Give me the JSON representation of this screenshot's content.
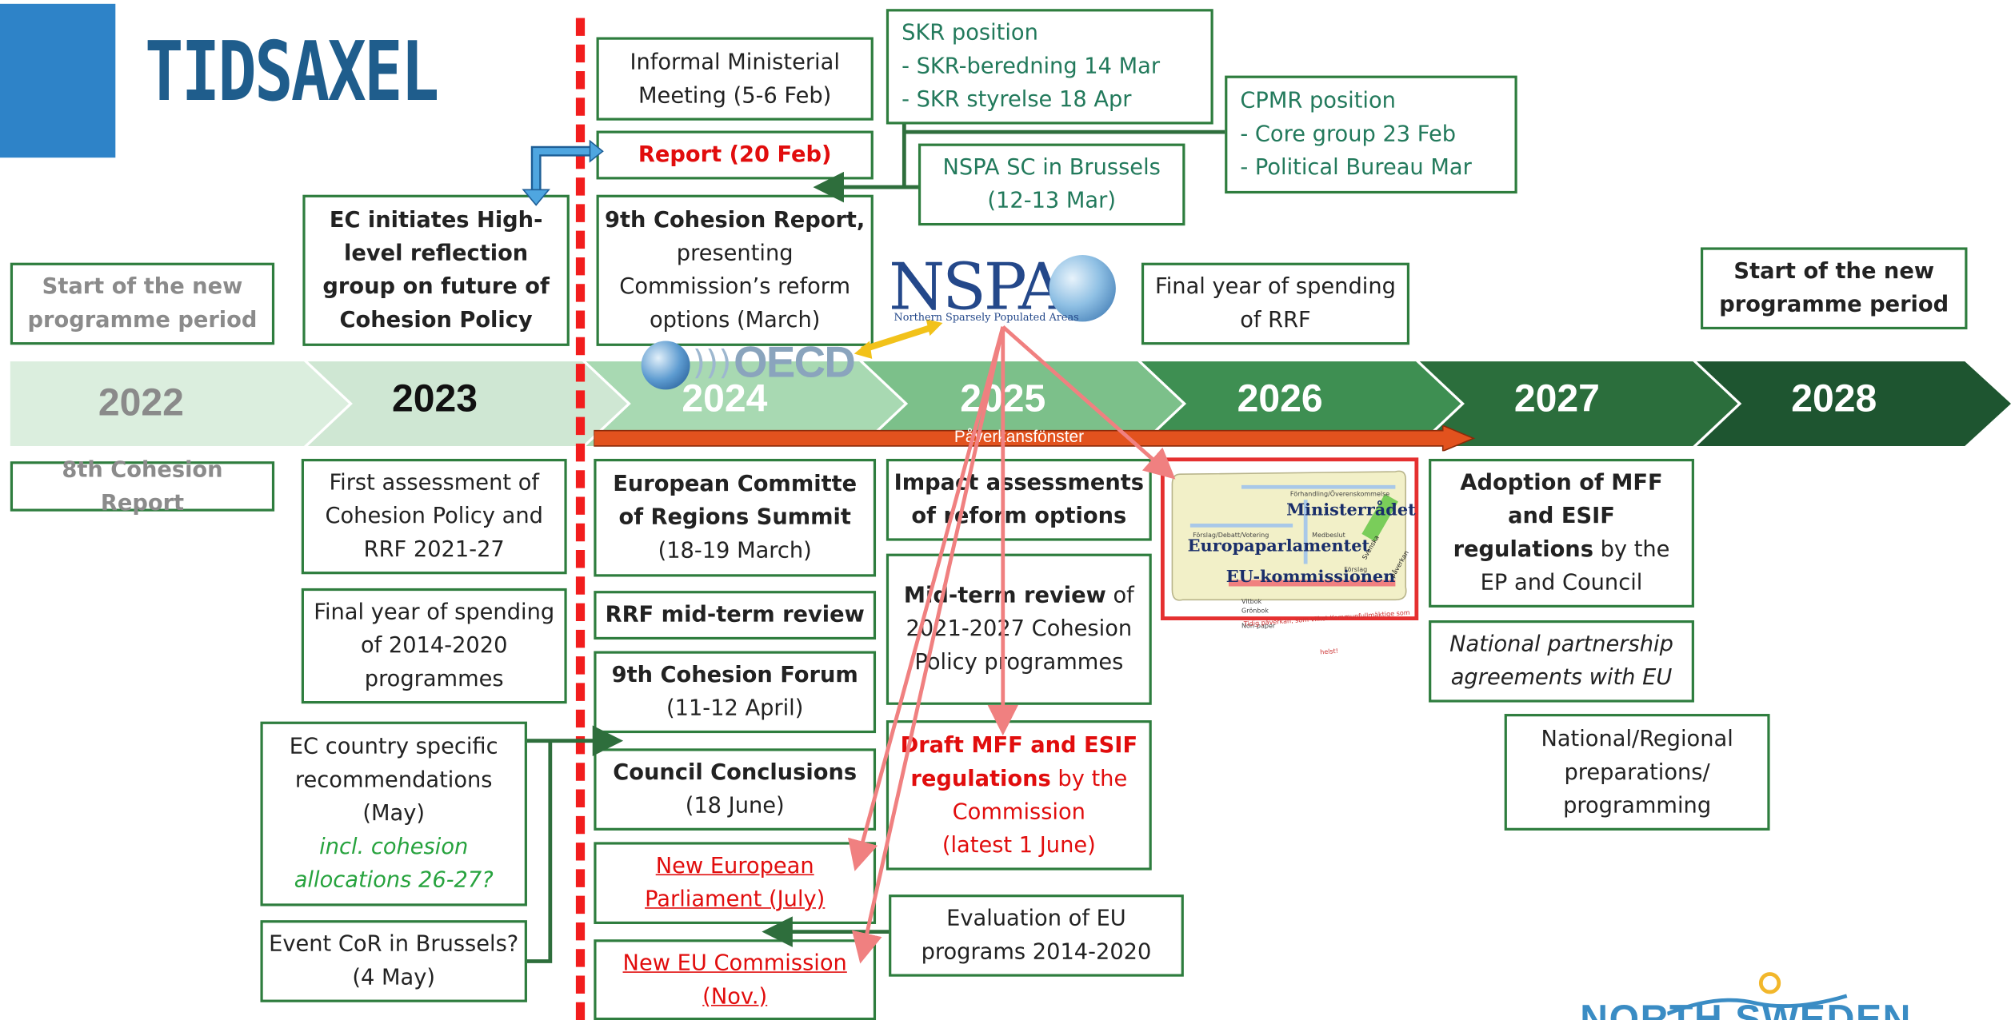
{
  "title": "TIDSAXEL",
  "timeline": {
    "years": [
      "2022",
      "2023",
      "2024",
      "2025",
      "2026",
      "2027",
      "2028"
    ],
    "window_label": "Påverkansfönster",
    "colors": {
      "y2022": "#dbeede",
      "y2023": "#cfe7d3",
      "y2024": "#a8d9b2",
      "y2025": "#7cc08a",
      "y2026": "#3e8f52",
      "y2027": "#2b6e3c",
      "y2028": "#1e5530",
      "window": "#e2521e",
      "deadline": "#f21d1d"
    }
  },
  "above": {
    "start_2022": "Start of the new programme period",
    "ec_hlg": "EC initiates High-level reflection group on future of Cohesion Policy",
    "informal_meeting": "Informal Ministerial Meeting (5-6 Feb)",
    "report": "Report (20 Feb)",
    "cohesion9_bold": "9th Cohesion Report,",
    "cohesion9_rest": "presenting Commission’s reform options (March)",
    "skr_title": "SKR position",
    "skr_line1": "- SKR-beredning 14 Mar",
    "skr_line2": "- SKR styrelse 18 Apr",
    "cpmr_title": "CPMR position",
    "cpmr_line1": "- Core group 23 Feb",
    "cpmr_line2": "- Political Bureau Mar",
    "nspa_sc": "NSPA SC in Brussels (12-13 Mar)",
    "final_rrf": "Final year of spending of RRF",
    "start_2028": "Start of the new programme period"
  },
  "below": {
    "cohesion8": "8th Cohesion Report",
    "first_assessment": "First assessment of Cohesion Policy and RRF 2021-27",
    "final_1420": "Final year of spending of 2014-2020 programmes",
    "ec_csr": "EC country specific recommendations (May)",
    "ec_csr_note": "incl. cohesion allocations 26-27?",
    "event_cor": "Event CoR in Brussels? (4 May)",
    "cor_summit_bold": "European Committe of Regions Summit",
    "cor_summit_date": "(18-19 March)",
    "rrf_midterm": "RRF mid-term review",
    "forum_bold": "9th Cohesion Forum",
    "forum_date": "(11-12 April)",
    "council_bold": "Council Conclusions",
    "council_date": "(18 June)",
    "new_ep": "New European Parliament (July)",
    "new_com": "New EU Commission (Nov.)",
    "impact": "Impact assessments of reform options",
    "midterm_bold": "Mid-term review",
    "midterm_rest1": "of",
    "midterm_rest2": "2021-2027 Cohesion Policy programmes",
    "draft_bold": "Draft MFF and ESIF regulations",
    "draft_rest1": "by the Commission",
    "draft_rest2": "(latest 1 June)",
    "eval": "Evaluation of EU programs 2014-2020",
    "adoption_bold": "Adoption of MFF and ESIF regulations",
    "adoption_rest": "by the EP and Council",
    "partnership": "National partnership agreements with EU",
    "national": "National/Regional preparations/ programming"
  },
  "logos": {
    "nspa": "NSPA",
    "nspa_sub": "Northern Sparsely Populated Areas",
    "oecd": "OECD",
    "north_sweden": "NORTH SWEDEN"
  },
  "scroll": {
    "ministerradet": "Ministerrådet",
    "europaparlamentet": "Europaparlamentet",
    "eu_kommissionen": "EU-kommissionen",
    "forhandling": "Förhandling/Överenskommelse",
    "forslag_debatt": "Förslag/Debatt/Votering",
    "forslag": "Förslag",
    "medbeslut": "Medbeslut",
    "vitbok": "Vitbok",
    "gronbok": "Grönbok",
    "non_paper": "Non-paper",
    "tidig": "Tidig påverkan, som vilket Kommunfullmäktige som helst!",
    "svenska": "Svenska påverkan"
  }
}
